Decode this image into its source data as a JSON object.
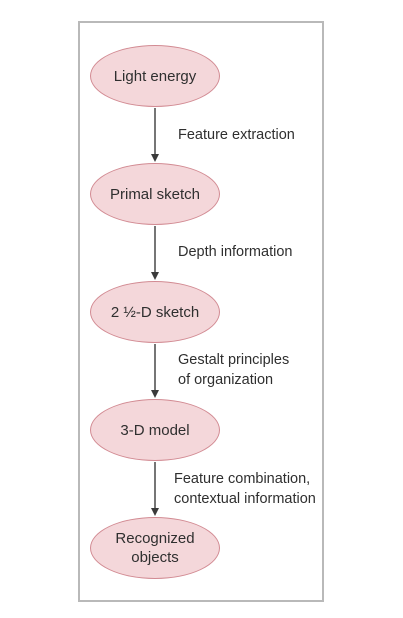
{
  "nodes": [
    {
      "label": "Light energy"
    },
    {
      "label": "Primal sketch"
    },
    {
      "label": "2 ½-D sketch"
    },
    {
      "label": "3-D model"
    },
    {
      "label": "Recognized\nobjects"
    }
  ],
  "edges": [
    {
      "label": "Feature extraction"
    },
    {
      "label": "Depth information"
    },
    {
      "label": "Gestalt principles\nof organization"
    },
    {
      "label": "Feature combination,\ncontextual information"
    }
  ],
  "colors": {
    "node_fill": "#f4d7da",
    "node_border": "#d28b93",
    "arrow": "#3a3a3a",
    "frame_border": "#b9b9b9"
  }
}
